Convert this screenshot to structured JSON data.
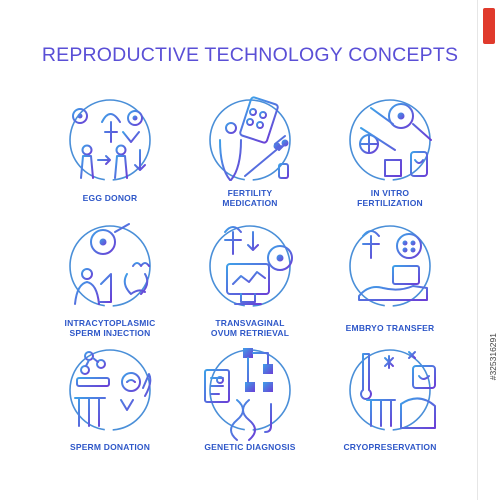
{
  "title": "REPRODUCTIVE TECHNOLOGY CONCEPTS",
  "colors": {
    "title": "#5a4fd6",
    "gradient_start": "#3fa0e8",
    "gradient_end": "#6a3fd6",
    "label": "#2e57c8"
  },
  "concepts": [
    {
      "label_lines": [
        "EGG DONOR"
      ],
      "icon": "egg-donor-icon"
    },
    {
      "label_lines": [
        "FERTILITY",
        "MEDICATION"
      ],
      "icon": "fertility-medication-icon"
    },
    {
      "label_lines": [
        "IN VITRO",
        "FERTILIZATION"
      ],
      "icon": "in-vitro-fertilization-icon"
    },
    {
      "label_lines": [
        "INTRACYTOPLASMIC",
        "SPERM INJECTION"
      ],
      "icon": "sperm-injection-icon"
    },
    {
      "label_lines": [
        "TRANSVAGINAL",
        "OVUM RETRIEVAL"
      ],
      "icon": "ovum-retrieval-icon"
    },
    {
      "label_lines": [
        "EMBRYO TRANSFER"
      ],
      "icon": "embryo-transfer-icon"
    },
    {
      "label_lines": [
        "SPERM DONATION"
      ],
      "icon": "sperm-donation-icon"
    },
    {
      "label_lines": [
        "GENETIC DIAGNOSIS"
      ],
      "icon": "genetic-diagnosis-icon"
    },
    {
      "label_lines": [
        "CRYOPRESERVATION"
      ],
      "icon": "cryopreservation-icon"
    }
  ],
  "stock": {
    "id": "#325316291"
  }
}
